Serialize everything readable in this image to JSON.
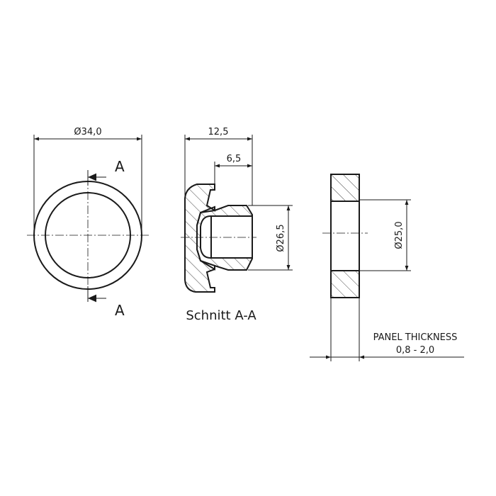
{
  "front_view": {
    "outer_diameter_label": "Ø34,0",
    "section_marker_top": "A",
    "section_marker_bottom": "A"
  },
  "section_view": {
    "overall_length_label": "12,5",
    "inner_length_label": "6,5",
    "diameter_label": "Ø26,5",
    "title": "Schnitt A-A"
  },
  "panel_view": {
    "hole_diameter_label": "Ø25,0",
    "thickness_title": "PANEL THICKNESS",
    "thickness_range": "0,8 - 2,0"
  }
}
